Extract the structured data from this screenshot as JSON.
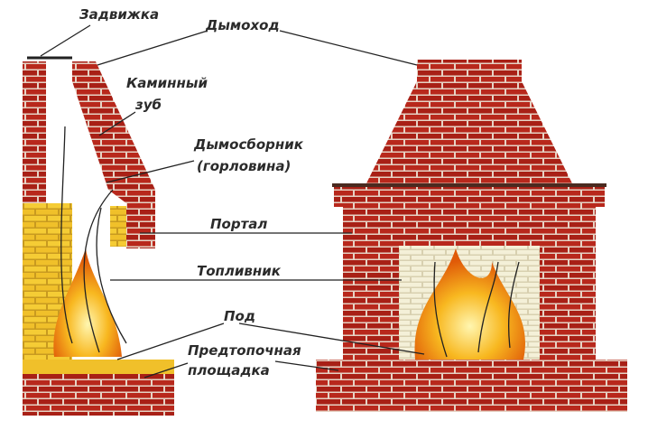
{
  "labels": {
    "damper": "Задвижка",
    "chimney": "Дымоход",
    "smoke_shelf": "Каминный",
    "smoke_shelf_2": "зуб",
    "smoke_chamber": "Дымосборник",
    "smoke_chamber_2": "(горловина)",
    "portal": "Портал",
    "firebox": "Топливник",
    "hearth": "Под",
    "hearth_extension": "Предтопочная",
    "hearth_extension_2": "площадка"
  },
  "colors": {
    "brick": "#b8281c",
    "mortar": "#e8d8cc",
    "firebrick": "#f2c830",
    "flame": "#f08a10"
  }
}
